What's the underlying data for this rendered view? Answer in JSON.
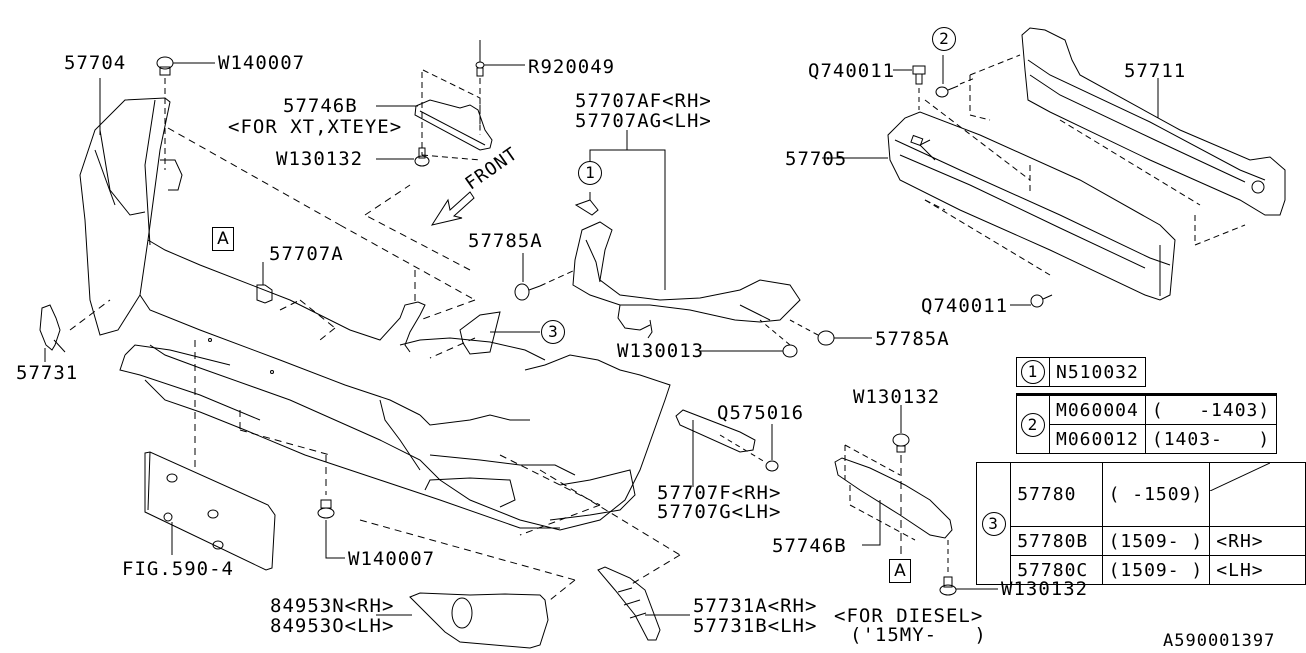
{
  "diagram": {
    "title_code": "A590001397",
    "front_indicator": "FRONT",
    "reference_marker": "A",
    "parts": {
      "p57704": "57704",
      "w140007_top": "W140007",
      "p57746b_top": "57746B",
      "p57746b_top_note": "<FOR XT,XTEYE>",
      "w130132_top": "W130132",
      "r920049": "R920049",
      "p57707af": "57707AF<RH>",
      "p57707ag": "57707AG<LH>",
      "p57785a_left": "57785A",
      "p57707a": "57707A",
      "p57731": "57731",
      "q740011_top": "Q740011",
      "p57711": "57711",
      "p57705": "57705",
      "q740011_bottom": "Q740011",
      "p57785a_right": "57785A",
      "w130013": "W130013",
      "q575016": "Q575016",
      "p57707f": "57707F<RH>",
      "p57707g": "57707G<LH>",
      "w130132_mid": "W130132",
      "p57746b_bottom": "57746B",
      "w130132_bottom": "W130132",
      "fig_ref": "FIG.590-4",
      "w140007_bottom": "W140007",
      "p84953n": "84953N<RH>",
      "p84953o": "84953O<LH>",
      "p57731a": "57731A<RH>",
      "p57731b": "57731B<LH>",
      "diesel_note": "<FOR DIESEL>",
      "diesel_year": "('15MY-   )"
    },
    "callouts": {
      "c1": "1",
      "c2": "2",
      "c3": "3"
    },
    "legend": {
      "group1": {
        "num": "1",
        "part": "N510032"
      },
      "group2": {
        "num": "2",
        "rows": [
          {
            "part": "M060004",
            "range": "(   -1403)"
          },
          {
            "part": "M060012",
            "range": "(1403-   )"
          }
        ]
      },
      "group3": {
        "num": "3",
        "rows": [
          {
            "part": "57780",
            "range": "( -1509)",
            "side": ""
          },
          {
            "part": "57780B",
            "range": "(1509- )",
            "side": "<RH>"
          },
          {
            "part": "57780C",
            "range": "(1509- )",
            "side": "<LH>"
          }
        ]
      }
    }
  }
}
